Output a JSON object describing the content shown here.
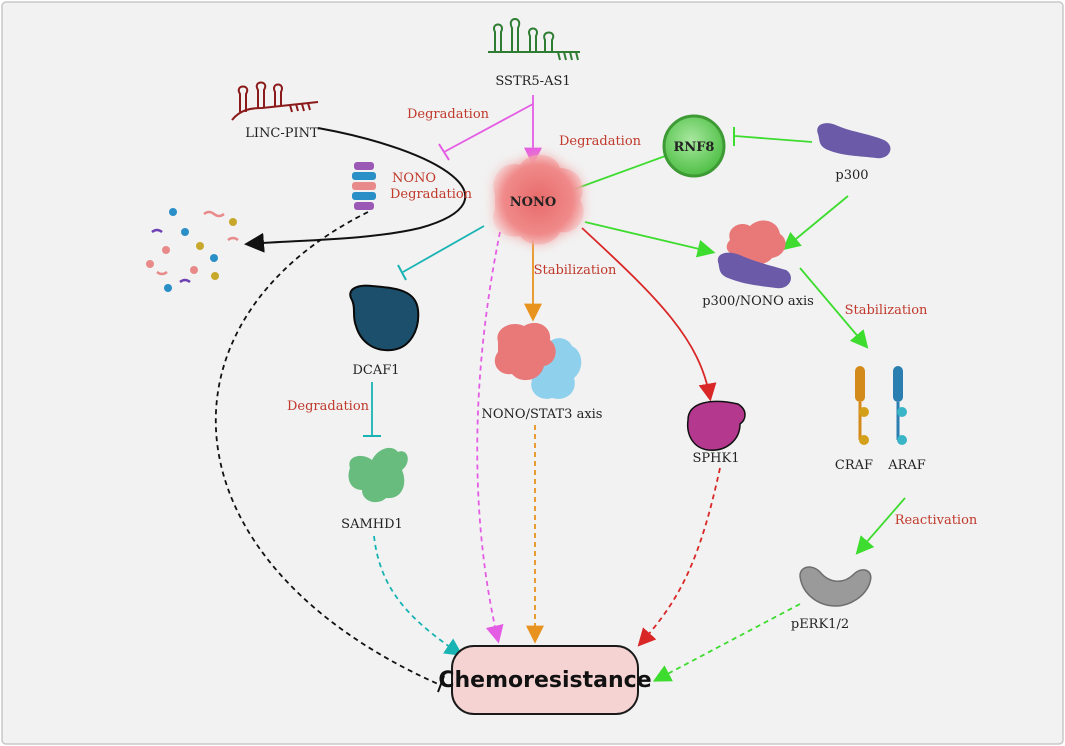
{
  "nodes": {
    "sstr5": "SSTR5-AS1",
    "linc": "LINC-PINT",
    "nono": "NONO",
    "rnf8": "RNF8",
    "p300": "p300",
    "p300_nono": "p300/NONO axis",
    "dcaf1": "DCAF1",
    "samhd1": "SAMHD1",
    "nono_stat3": "NONO/STAT3 axis",
    "sphk1": "SPHK1",
    "craf": "CRAF",
    "araf": "ARAF",
    "perk": "pERK1/2",
    "chemo": "Chemoresistance"
  },
  "edge_labels": {
    "deg_sstr5": "Degradation",
    "deg_rnf8": "Degradation",
    "nono_deg_1": "NONO",
    "nono_deg_2": "Degradation",
    "stab_stat3": "Stabilization",
    "stab_p300": "Stabilization",
    "deg_dcaf1": "Degradation",
    "reactivation": "Reactivation"
  },
  "colors": {
    "background": "#f2f2f2",
    "border": "#c8c8c8",
    "label_red": "#c0392b",
    "magenta": "#e45ce4",
    "green": "#3ddc2f",
    "teal": "#19b3b3",
    "orange": "#e8931f",
    "crimson": "#d92626",
    "black": "#111111",
    "chemo_fill": "#f5d3d3"
  }
}
